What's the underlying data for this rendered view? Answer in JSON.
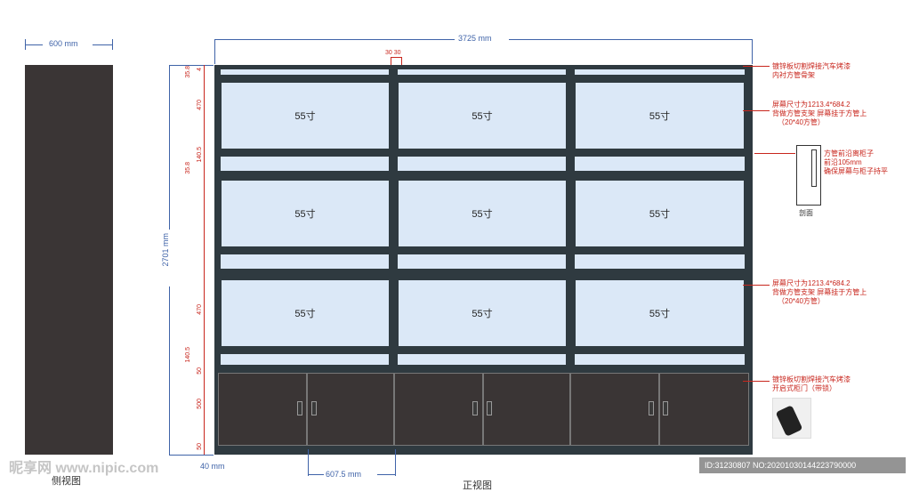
{
  "side_view": {
    "width_label": "600 mm",
    "caption": "侧视图"
  },
  "front_view": {
    "total_width_label": "3725 mm",
    "total_height_label": "2701 mm",
    "column_gap_label": "30 30",
    "left_margin_label": "40 mm",
    "door_width_label": "607.5 mm",
    "caption": "正视图"
  },
  "left_dims": [
    "35.8",
    "4",
    "470",
    "140.5",
    "35.8",
    "470",
    "140.5",
    "50",
    "500",
    "50"
  ],
  "screen_label": "55寸",
  "screens": [
    "55寸",
    "55寸",
    "55寸",
    "55寸",
    "55寸",
    "55寸",
    "55寸",
    "55寸",
    "55寸"
  ],
  "annotations": {
    "top": [
      "镀锌板切割焊接汽车烤漆",
      "内衬方管骨架"
    ],
    "screen_upper": [
      "屏幕尺寸为1213.4*684.2",
      "背做方管支架 屏幕挂于方管上",
      "（20*40方管）"
    ],
    "detail": [
      "方管前沿离柜子",
      "前沿105mm",
      "确保屏幕与柜子持平"
    ],
    "detail_caption": "剖面",
    "screen_lower": [
      "屏幕尺寸为1213.4*684.2",
      "背做方管支架 屏幕挂于方管上",
      "（20*40方管）"
    ],
    "cabinet": [
      "镀锌板切割焊接汽车烤漆",
      "开启式柜门（带锁）"
    ]
  },
  "watermark": {
    "logo": "昵享网 www.nipic.com",
    "id_text": "ID:31230807 NO:20201030144223790000"
  },
  "colors": {
    "frame": "#2f3a40",
    "screen": "#dbe8f7",
    "cabinet": "#3a3535",
    "dimension": "#3f63a8",
    "note": "#c8261d"
  }
}
